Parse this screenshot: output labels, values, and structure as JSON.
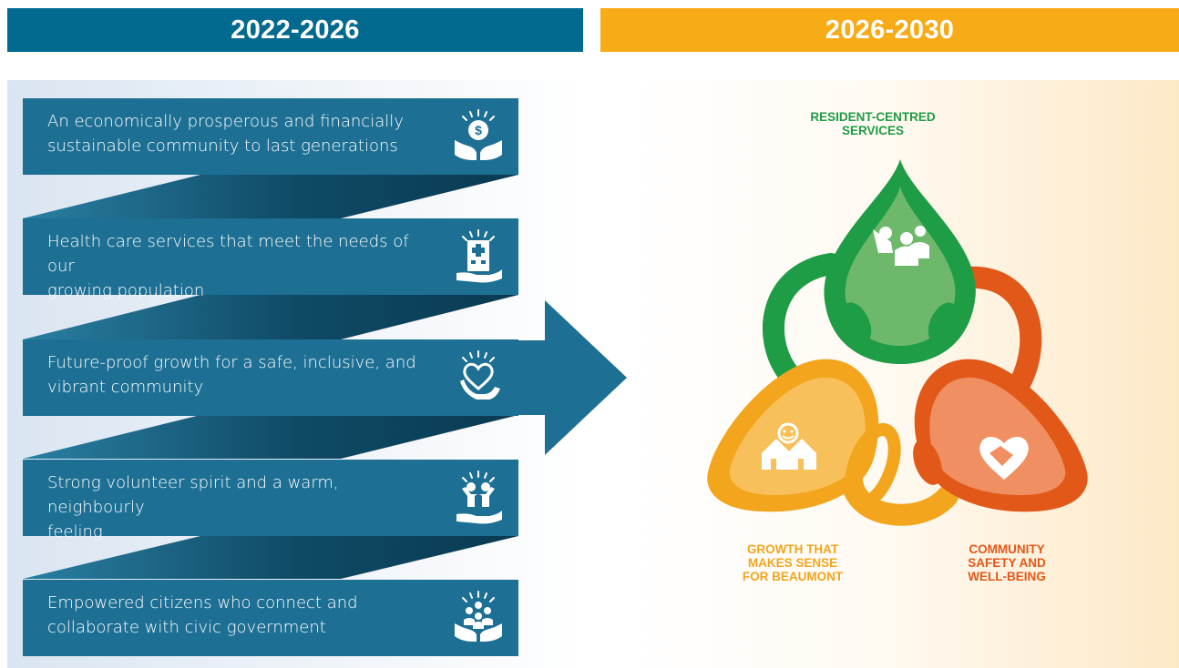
{
  "headers": {
    "left": "2022-2026",
    "right": "2026-2030"
  },
  "goals": [
    {
      "line1": "An economically prosperous and financially",
      "line2": "sustainable community to last generations",
      "icon": "money-hands-icon"
    },
    {
      "line1": "Health care services that meet the needs of our",
      "line2": "growing population",
      "icon": "hospital-hand-icon"
    },
    {
      "line1": "Future-proof growth for a safe, inclusive, and",
      "line2": "vibrant community",
      "icon": "heart-hand-icon"
    },
    {
      "line1": "Strong volunteer spirit and a warm, neighbourly",
      "line2": "feeling",
      "icon": "volunteer-people-icon"
    },
    {
      "line1": "Empowered citizens who connect and",
      "line2": "collaborate with civic government",
      "icon": "people-group-hands-icon"
    }
  ],
  "pillars": {
    "resident": {
      "line1": "RESIDENT-CENTRED",
      "line2": "SERVICES",
      "icon": "people-group-icon",
      "color": "#1e9c46"
    },
    "growth": {
      "line1": "GROWTH THAT",
      "line2": "MAKES SENSE",
      "line3": "FOR BEAUMONT",
      "icon": "smiling-houses-icon",
      "color": "#f2a51d"
    },
    "safety": {
      "line1": "COMMUNITY",
      "line2": "SAFETY AND",
      "line3": "WELL-BEING",
      "icon": "handshake-heart-icon",
      "color": "#e25819"
    }
  },
  "colors": {
    "left_header": "#02698f",
    "right_header": "#f7ab17",
    "goal_band": "#1d6f93",
    "ribbon_dark": "#0b3d55"
  }
}
